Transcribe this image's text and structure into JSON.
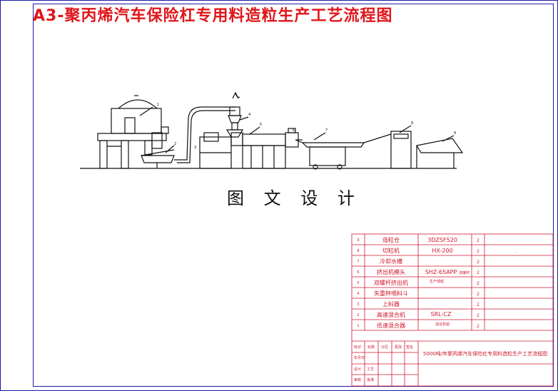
{
  "title": "A3-聚丙烯汽车保险杠专用料造粒生产工艺流程图",
  "subtitle": "图 文 设 计",
  "colors": {
    "frame": "#1a1aa8",
    "table": "#d0182c",
    "title": "#e0161b",
    "ink": "#111111"
  },
  "diagram_callouts": [
    "1",
    "2",
    "3",
    "4",
    "5",
    "6",
    "7",
    "8",
    "9"
  ],
  "parts_table": {
    "rows": [
      {
        "no": "9",
        "name": "造粒仓",
        "model": "3DZSF520",
        "qty": "2",
        "note": ""
      },
      {
        "no": "8",
        "name": "切粒机",
        "model": "HX-200",
        "qty": "2",
        "note": "."
      },
      {
        "no": "7",
        "name": "冷却水槽",
        "model": "",
        "qty": "2",
        "note": ""
      },
      {
        "no": "6",
        "name": "挤出机模头",
        "model": "SHZ-65APP",
        "qty": "2",
        "note": ""
      },
      {
        "no": "5",
        "name": "双螺杆挤出机",
        "model": "",
        "qty": "2",
        "note": ""
      },
      {
        "no": "4",
        "name": "失重秤喂料斗",
        "model": "",
        "qty": "2",
        "note": ""
      },
      {
        "no": "3",
        "name": "上料器",
        "model": "",
        "qty": "2",
        "note": ""
      },
      {
        "no": "2",
        "name": "高速混合机",
        "model": "SRL-CZ",
        "qty": "2",
        "note": ""
      },
      {
        "no": "1",
        "name": "低速混合器",
        "model": "",
        "qty": "2",
        "note": ""
      }
    ],
    "model_small_labels": [
      "双螺杆",
      "生产线组",
      "混合机组"
    ],
    "title_block_labels": [
      "标记",
      "处数",
      "分区",
      "更改",
      "签名",
      "年月日",
      "设计",
      "审核",
      "工艺",
      "批准"
    ],
    "drawing_title": "5000吨/年聚丙烯汽车保险杠专用料造粒生产工艺流程图"
  }
}
